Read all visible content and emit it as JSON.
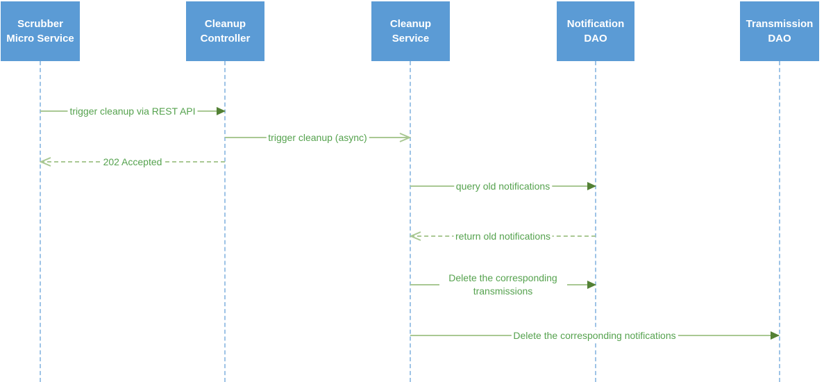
{
  "diagram": {
    "type": "uml-sequence",
    "participants": [
      {
        "label": "Scrubber Micro Service"
      },
      {
        "label": "Cleanup Controller"
      },
      {
        "label": "Cleanup Service"
      },
      {
        "label": "Notification DAO"
      },
      {
        "label": "Transmission DAO"
      }
    ],
    "messages": [
      {
        "label": "trigger cleanup via REST API",
        "from": "Scrubber Micro Service",
        "to": "Cleanup Controller",
        "line": "solid",
        "arrow": "filled",
        "direction": "right"
      },
      {
        "label": "trigger cleanup (async)",
        "from": "Cleanup Controller",
        "to": "Cleanup Service",
        "line": "solid",
        "arrow": "open",
        "direction": "right"
      },
      {
        "label": "202 Accepted",
        "from": "Cleanup Controller",
        "to": "Scrubber Micro Service",
        "line": "dashed",
        "arrow": "open",
        "direction": "left"
      },
      {
        "label": "query old notifications",
        "from": "Cleanup Service",
        "to": "Notification DAO",
        "line": "solid",
        "arrow": "filled",
        "direction": "right"
      },
      {
        "label": "return old notifications",
        "from": "Notification DAO",
        "to": "Cleanup Service",
        "line": "dashed",
        "arrow": "open",
        "direction": "left"
      },
      {
        "label": "Delete the corresponding transmissions",
        "from": "Cleanup Service",
        "to": "Notification DAO",
        "line": "solid",
        "arrow": "filled",
        "direction": "right"
      },
      {
        "label": "Delete the corresponding notifications",
        "from": "Cleanup Service",
        "to": "Transmission DAO",
        "line": "solid",
        "arrow": "filled",
        "direction": "right"
      }
    ],
    "colors": {
      "participant_fill": "#5B9BD5",
      "participant_text": "#FFFFFF",
      "lifeline": "#9DC3E6",
      "message_line": "#A9C893",
      "arrow_filled": "#538135",
      "message_text": "#55A24E"
    }
  }
}
